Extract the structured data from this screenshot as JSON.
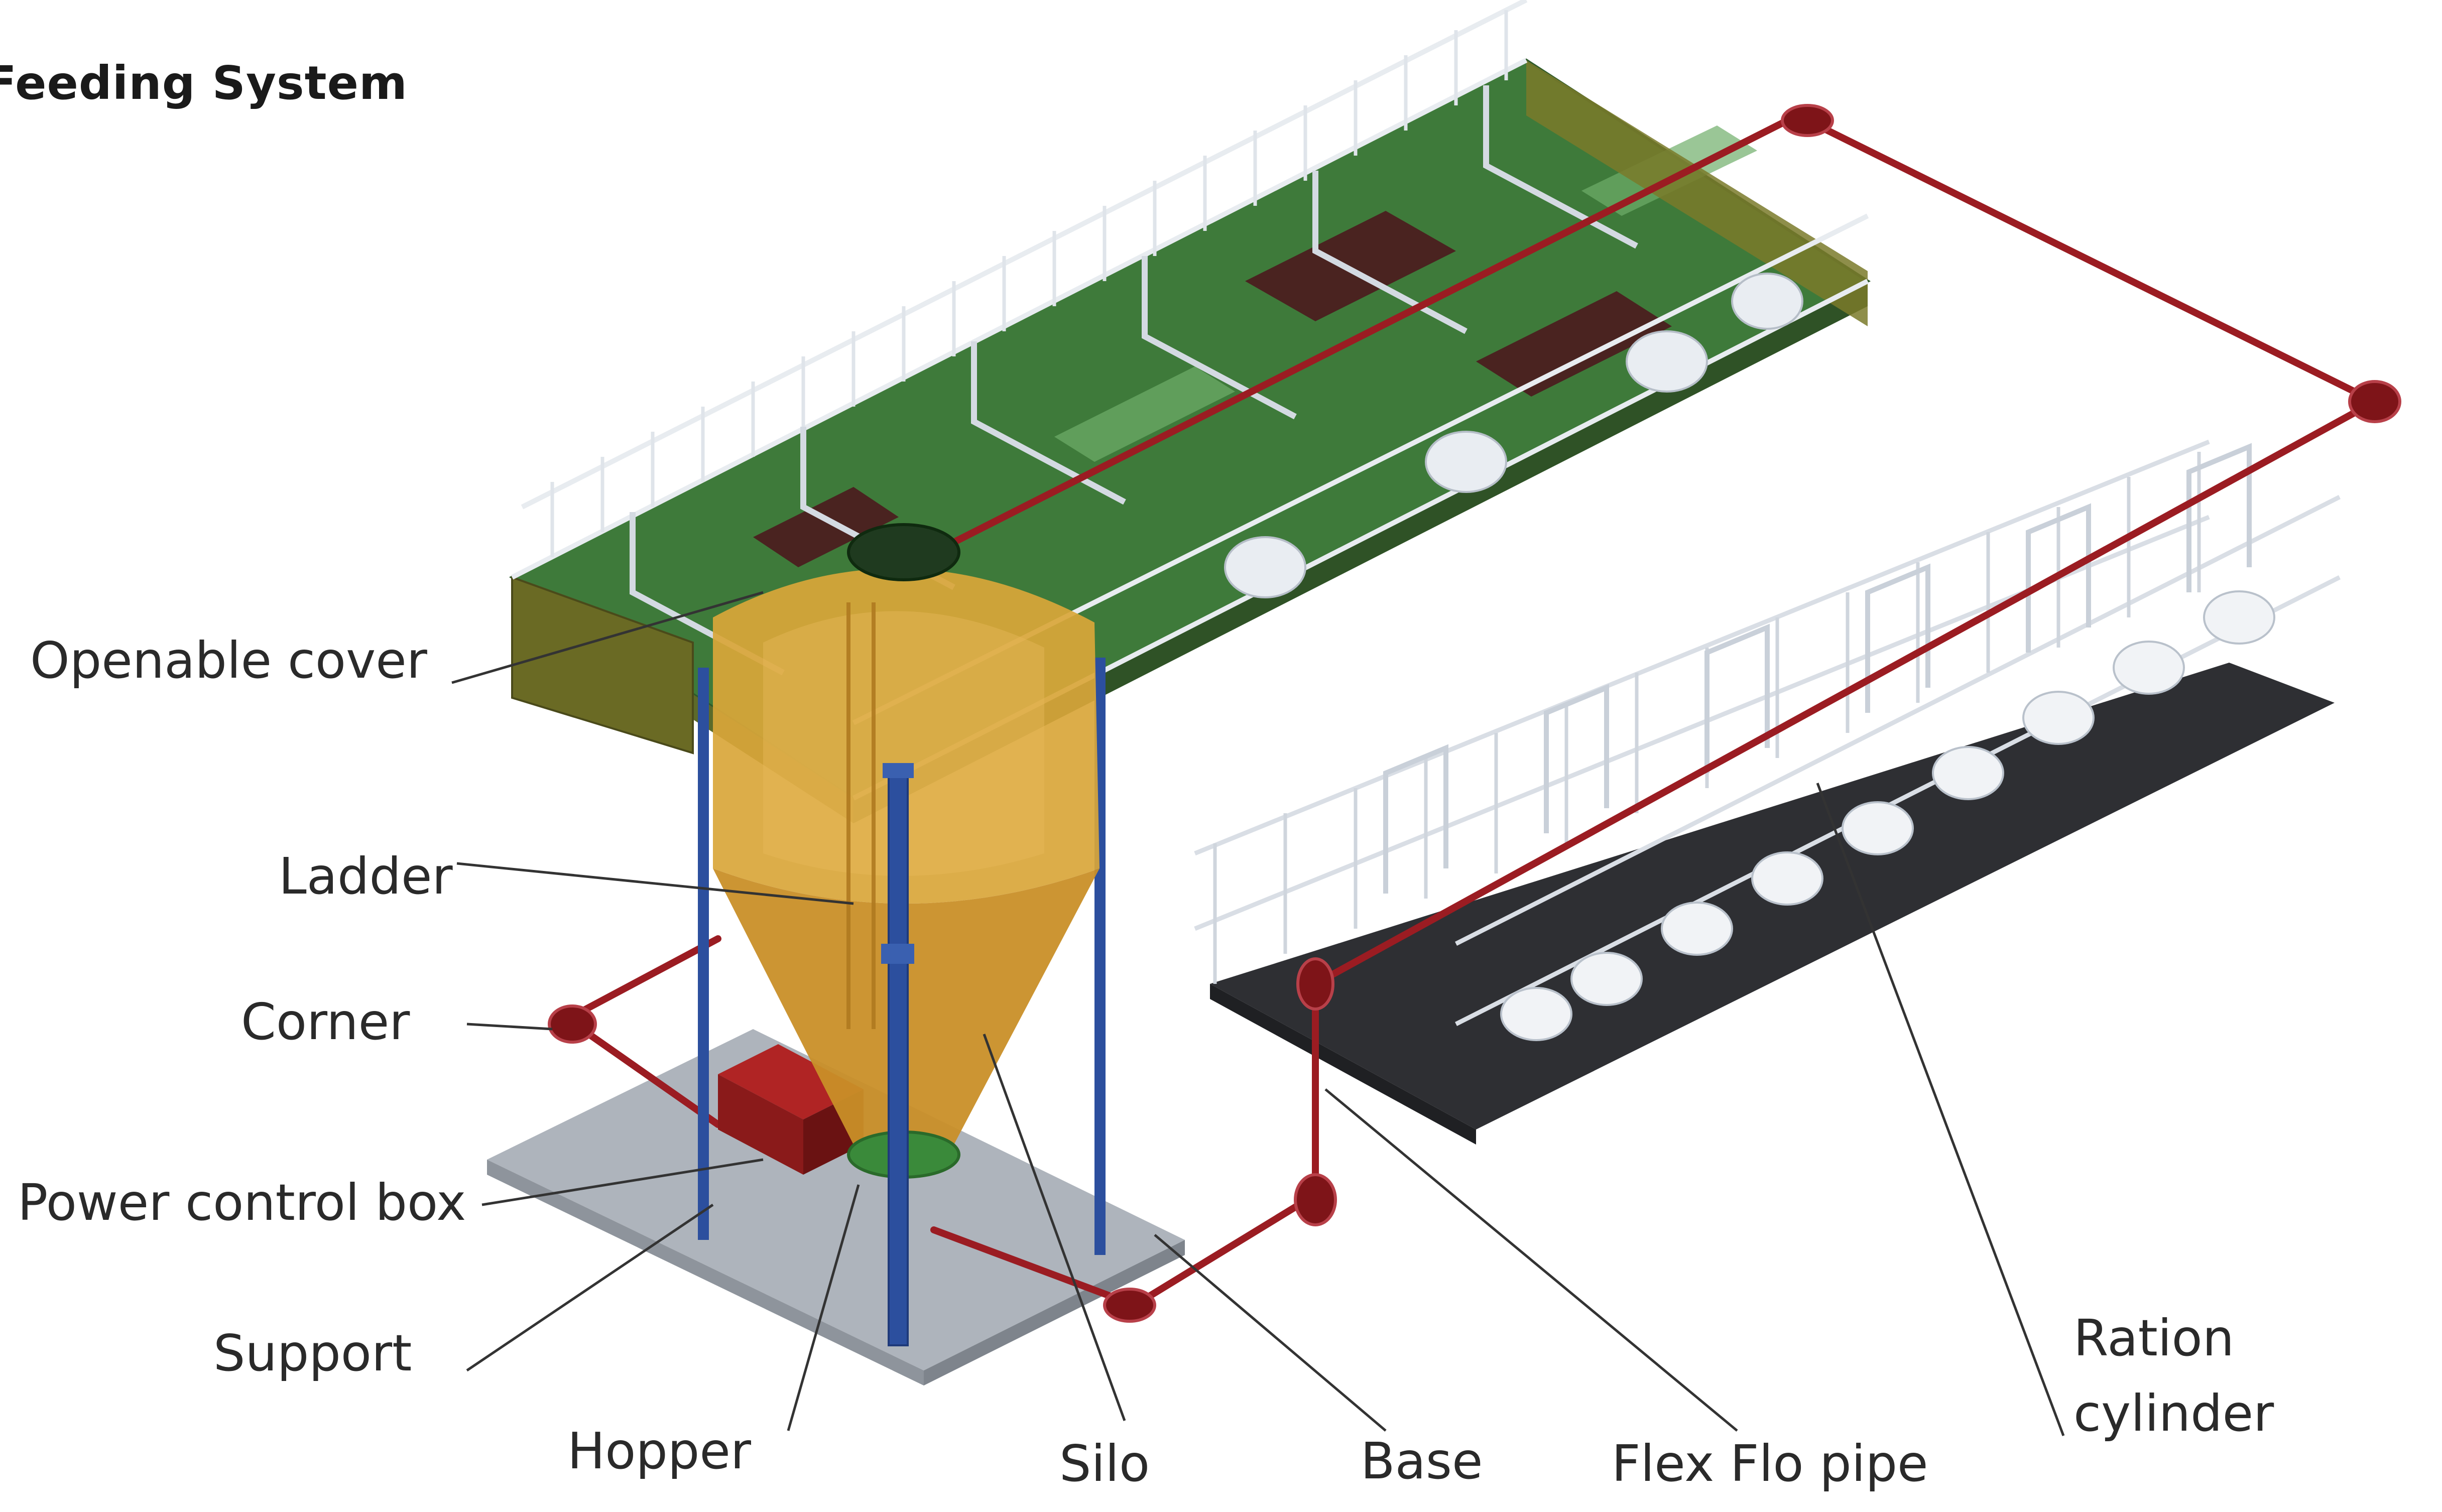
{
  "title": "Feeding System",
  "labels": {
    "openable_cover": "Openable cover",
    "ladder": "Ladder",
    "corner": "Corner",
    "power_control_box": "Power control box",
    "support": "Support",
    "hopper": "Hopper",
    "silo": "Silo",
    "base": "Base",
    "flex_flo_pipe": "Flex Flo pipe",
    "ration_cylinder_line1": "Ration",
    "ration_cylinder_line2": "cylinder"
  },
  "colors": {
    "pipe": "#9b1c22",
    "silo": "#d9a63a",
    "support": "#2c4f9e",
    "floor_green": "#3e7a3a",
    "stall_white": "#e8ecf0",
    "base_slab": "#aeb4bc",
    "dark_floor": "#2e2f33",
    "control_box": "#8a1a1a"
  }
}
